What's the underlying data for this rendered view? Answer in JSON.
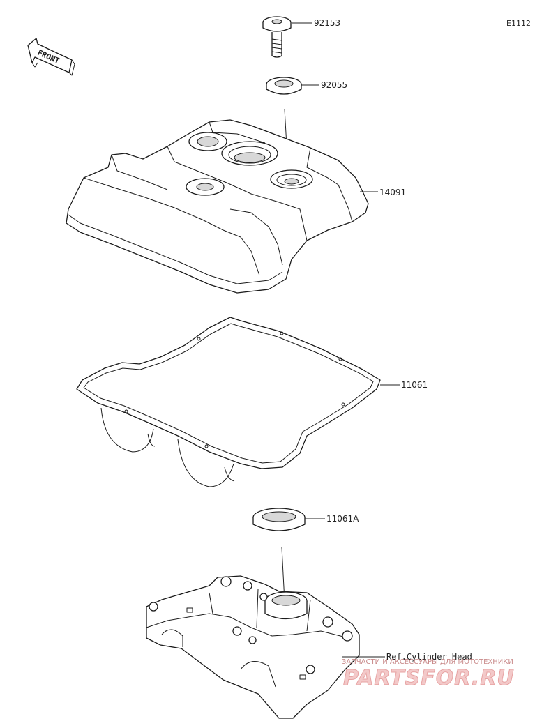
{
  "diagram_code": "E1112",
  "front_marker": "FRONT",
  "parts": [
    {
      "id": "bolt",
      "number": "92153"
    },
    {
      "id": "grommet",
      "number": "92055"
    },
    {
      "id": "cylinder-head-cover",
      "number": "14091"
    },
    {
      "id": "cover-gasket",
      "number": "11061"
    },
    {
      "id": "plug-gasket",
      "number": "11061A"
    }
  ],
  "reference": "Ref.Cylinder Head",
  "watermark": {
    "tagline": "ЗАПЧАСТИ И АКСЕССУАРЫ ДЛЯ МОТОТЕХНИКИ",
    "brand": "PARTSFOR.RU"
  }
}
